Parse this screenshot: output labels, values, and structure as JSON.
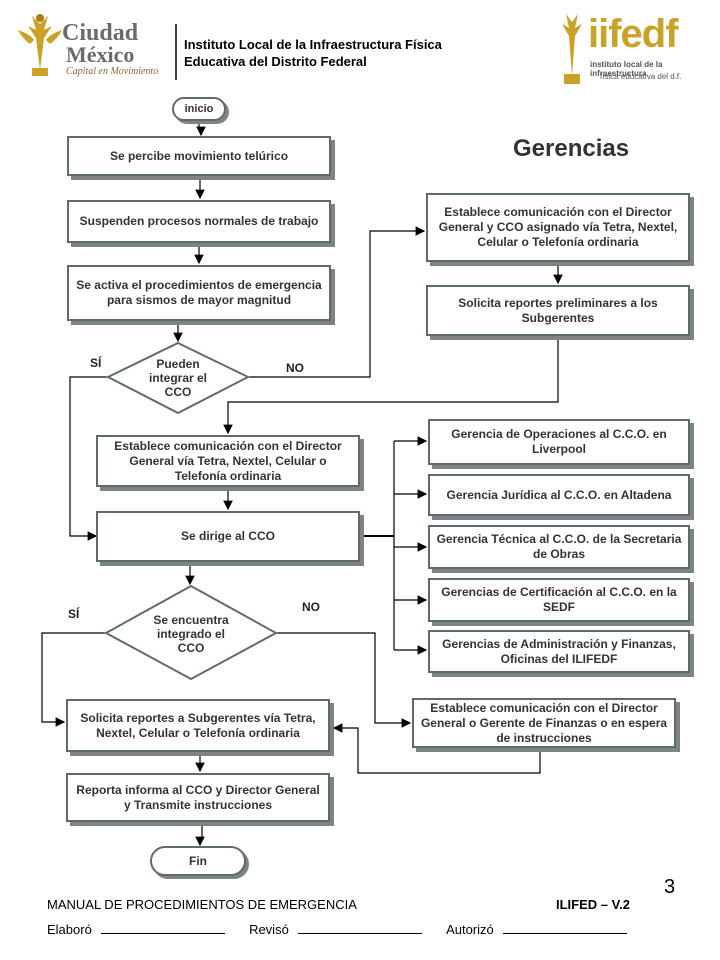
{
  "header": {
    "logo_left_text": [
      "Ciudad",
      "México",
      "Capital en Movimiento"
    ],
    "institute_line1": "Instituto Local de la Infraestructura Física",
    "institute_line2": "Educativa del Distrito Federal",
    "logo_right_text": [
      "iifedf",
      "instituto local de la infraestructura",
      "física educativa del d.f."
    ]
  },
  "title": "Gerencias",
  "flow": {
    "inicio": "inicio",
    "s1": "Se percibe movimiento telúrico",
    "s2": "Suspenden procesos normales de trabajo",
    "s3": "Se activa el procedimientos de emergencia para sismos de mayor magnitud",
    "d1": "Pueden integrar el CCO",
    "d1_yes": "SÍ",
    "d1_no": "NO",
    "r1": "Establece comunicación con el Director General y CCO asignado vía Tetra, Nextel, Celular o Telefonía ordinaria",
    "r2": "Solicita reportes preliminares a los Subgerentes",
    "s4": "Establece comunicación con el Director General vía Tetra, Nextel, Celular o Telefonía ordinaria",
    "s5": "Se dirige al CCO",
    "g1": "Gerencia de Operaciones al C.C.O. en Liverpool",
    "g2": "Gerencia Jurídica al C.C.O. en Altadena",
    "g3": "Gerencia Técnica  al C.C.O. de la Secretaria de Obras",
    "g4": "Gerencias de Certificación  al C.C.O. en la SEDF",
    "g5": "Gerencias de Administración y Finanzas, Oficinas del ILIFEDF",
    "d2": "Se encuentra integrado el CCO",
    "d2_yes": "SÍ",
    "d2_no": "NO",
    "s6": "Solicita reportes a Subgerentes vía Tetra, Nextel, Celular o Telefonía ordinaria",
    "r3": "Establece comunicación con el Director  General o Gerente de Finanzas o en espera de instrucciones",
    "s7": "Reporta informa al CCO y Director General  y Transmite instrucciones",
    "fin": "Fin"
  },
  "page_number": "3",
  "footer": {
    "manual": "MANUAL DE PROCEDIMIENTOS DE EMERGENCIA",
    "version": "ILIFED – V.2",
    "elaboro": "Elaboró",
    "reviso": "Revisó",
    "autorizo": "Autorizó"
  }
}
